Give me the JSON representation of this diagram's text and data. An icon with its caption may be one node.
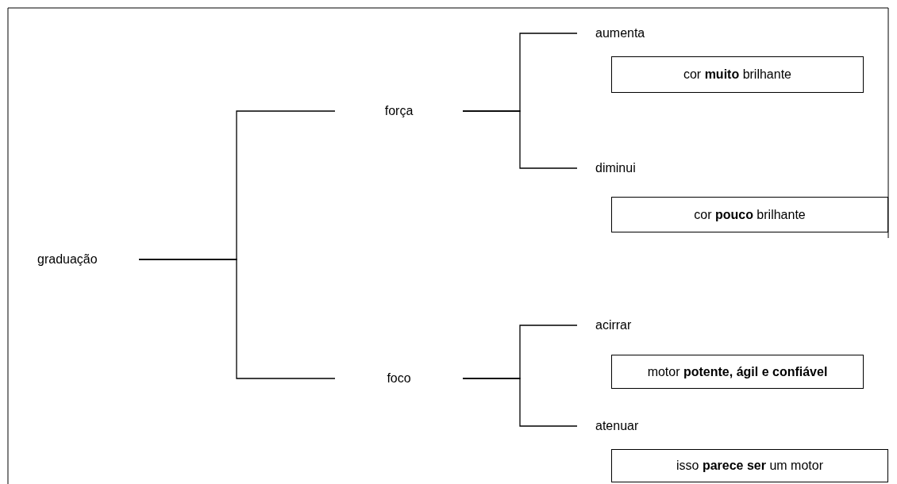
{
  "diagram": {
    "nodes": [
      {
        "text": [
          "graduação"
        ]
      },
      {
        "text": [
          "força"
        ]
      },
      {
        "text": [
          "foco"
        ]
      },
      {
        "text": [
          "aumenta"
        ]
      },
      {
        "text": [
          "cor **muito** brilhante"
        ]
      },
      {
        "text": [
          "diminui"
        ]
      },
      {
        "text": [
          "cor **pouco** brilhante"
        ]
      },
      {
        "text": [
          "acirrar"
        ]
      },
      {
        "text": [
          "motor **potente, ágil e confiável**"
        ]
      },
      {
        "text": [
          "atenuar"
        ]
      },
      {
        "text": [
          "isso **parece ser** um motor"
        ]
      }
    ],
    "edges": [
      {
        "from": 0,
        "to": 1,
        "arrow": "none"
      },
      {
        "from": 0,
        "to": 2,
        "arrow": "none"
      },
      {
        "from": 1,
        "to": 3,
        "arrow": "none"
      },
      {
        "from": 1,
        "to": 5,
        "arrow": "none"
      },
      {
        "from": 2,
        "to": 7,
        "arrow": "none"
      },
      {
        "from": 2,
        "to": 9,
        "arrow": "none"
      }
    ]
  }
}
